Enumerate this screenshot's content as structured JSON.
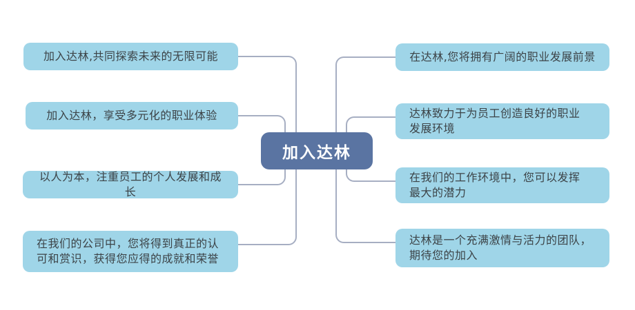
{
  "diagram": {
    "type": "mindmap",
    "root": {
      "label": "加入达林"
    },
    "left_branches": [
      {
        "label": "加入达林,共同探索未来的无限可能"
      },
      {
        "label": "加入达林，享受多元化的职业体验"
      },
      {
        "label": "以人为本，注重员工的个人发展和成长"
      },
      {
        "label": "在我们的公司中，您将得到真正的认\n可和赏识，获得您应得的成就和荣誉"
      }
    ],
    "right_branches": [
      {
        "label": "在达林,您将拥有广阔的职业发展前景"
      },
      {
        "label": "达林致力于为员工创造良好的职业\n发展环境"
      },
      {
        "label": "在我们的工作环境中，您可以发挥\n最大的潜力"
      },
      {
        "label": "达林是一个充满激情与活力的团队，\n期待您的加入"
      }
    ],
    "colors": {
      "background": "#ffffff",
      "branch_fill": "#9fd5e8",
      "branch_text": "#3c4347",
      "root_fill": "#5a74a2",
      "root_text": "#ffffff",
      "connector": "#a6aec2"
    }
  }
}
